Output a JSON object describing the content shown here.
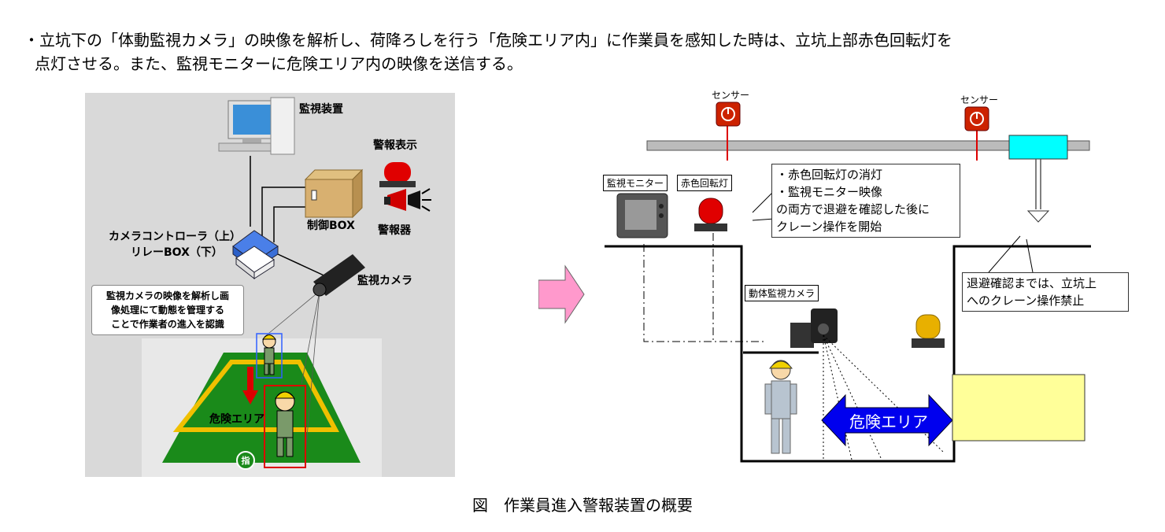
{
  "intro": {
    "bullet": "・",
    "line1": "立坑下の「体動監視カメラ」の映像を解析し、荷降ろしを行う「危険エリア内」に作業員を感知した時は、立坑上部赤色回転灯を",
    "line2": "点灯させる。また、監視モニターに危険エリア内の映像を送信する。"
  },
  "left_diagram": {
    "monitor_label": "監視装置",
    "alarm_display_label": "警報表示",
    "control_box_label": "制御BOX",
    "siren_label": "警報器",
    "controller_label_1": "カメラコントローラ（上）",
    "controller_label_2": "リレーBOX（下）",
    "camera_label": "監視カメラ",
    "callout_lines": [
      "監視カメラの映像を解析し画",
      "像処理にて動態を管理する",
      "ことで作業者の進入を認識"
    ],
    "danger_area_label": "危険エリア",
    "marker_text": "指"
  },
  "right_diagram": {
    "sensor_label_1": "センサー",
    "sensor_label_2": "センサー",
    "monitor_box_label": "監視モニター",
    "beacon_box_label": "赤色回転灯",
    "callout_main": [
      "・赤色回転灯の消灯",
      "・監視モニター映像",
      "の両方で退避を確認した後に",
      "クレーン操作を開始"
    ],
    "camera_box_label": "動体監視カメラ",
    "callout_crane": [
      "退避確認までは、立坑上",
      "へのクレーン操作禁止"
    ],
    "danger_area_label": "危険エリア"
  },
  "caption": "図　作業員進入警報装置の概要",
  "colors": {
    "danger_arrow": "#0000ee",
    "pink_arrow": "#ff99cc",
    "sensor_red": "#cc2200",
    "crane_box": "#00ffff",
    "yellow_box": "#ffff99",
    "green_floor": "#1a8a1a",
    "floor_stripe": "#f0c000",
    "left_panel_bg": "#d9d9d9"
  }
}
